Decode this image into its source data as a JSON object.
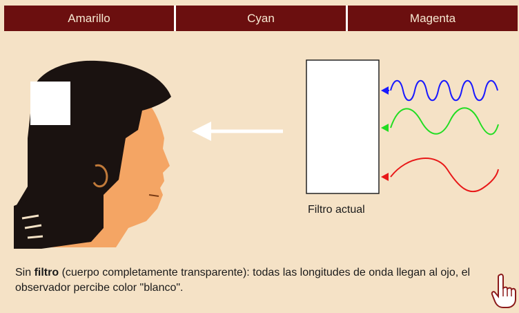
{
  "tabs": [
    {
      "label": "Amarillo"
    },
    {
      "label": "Cyan"
    },
    {
      "label": "Magenta"
    }
  ],
  "filter": {
    "label": "Filtro actual"
  },
  "caption": {
    "before": "Sin ",
    "bold": "filtro",
    "after": " (cuerpo completamente transparente): todas las longitudes de onda llegan al ojo, el observador percibe color \"blanco\"."
  },
  "colors": {
    "tab_bg": "#6b0f0f",
    "background": "#f5e2c6",
    "wave_blue": "#1a1aff",
    "wave_green": "#22dd22",
    "wave_red": "#e81818",
    "skin": "#f4a564",
    "hair": "#1a1210"
  },
  "icons": [
    "pointing-hand-icon"
  ]
}
